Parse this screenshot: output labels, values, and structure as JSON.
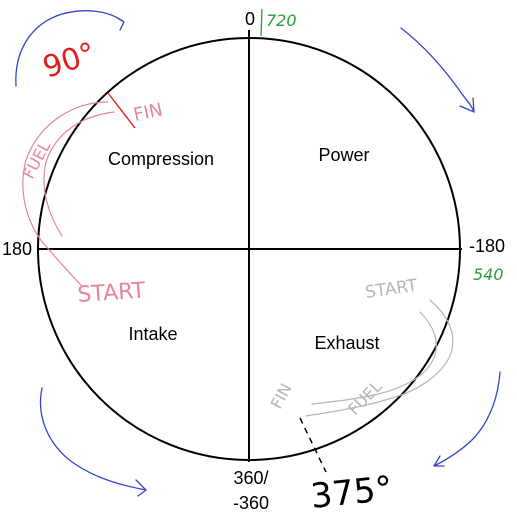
{
  "quadrants": {
    "compression": "Compression",
    "power": "Power",
    "intake": "Intake",
    "exhaust": "Exhaust"
  },
  "angles": {
    "top": "0",
    "left": "180",
    "right": "-180",
    "bottom_line1": "360/",
    "bottom_line2": "-360"
  },
  "annotations": {
    "top_green": "720",
    "right_green": "540",
    "red_angle": "90°",
    "bottom_angle": "375°",
    "pink_fin": "FIN",
    "pink_fuel": "FUEL",
    "pink_start": "START",
    "gray_start": "START",
    "gray_fuel": "FUEL",
    "gray_fin": "FIN"
  },
  "colors": {
    "circle": "#000000",
    "blue_arrows": "#3344cc",
    "green_notes": "#2a9d3a",
    "red_notes": "#e02020",
    "pink_notes": "#e8859a",
    "gray_notes": "#b5b5b5"
  }
}
